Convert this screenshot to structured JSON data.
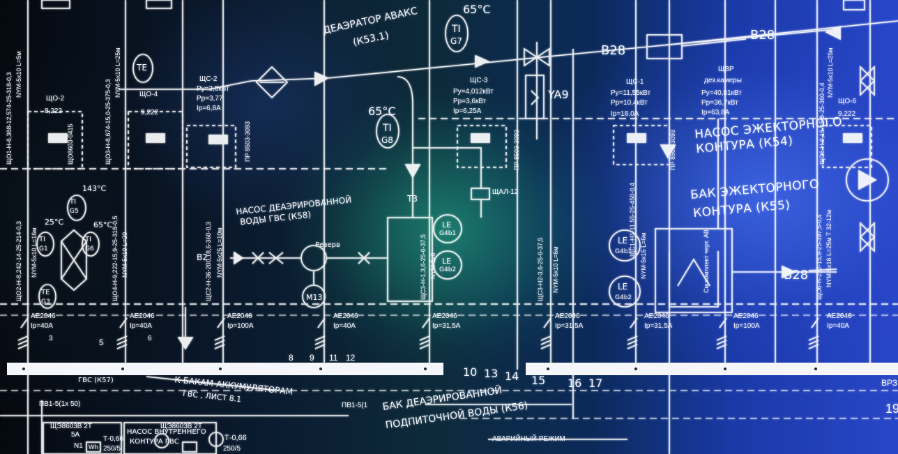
{
  "labels": {
    "deaerator_title": "ДЕАЭРАТОР АВАКС",
    "deaerator_code": "(К53.1)",
    "temp_top": "65°C",
    "ti_g7": "TI",
    "ti_g7b": "G7",
    "ti_g8": "TI",
    "ti_g8b": "G8",
    "temp_mid": "65°C",
    "temp_143": "143°C",
    "temp_25": "25°C",
    "temp_65b": "65°C",
    "b28_top": "B28",
    "b28_mid": "B28",
    "b28_right": "B28",
    "ya9": "YA9",
    "t3": "T3",
    "b2": "B2",
    "m13": "M13",
    "shchs2": "ЩС-2",
    "shchs2_py": "Py=3,8кВт",
    "shchs2_pp": "Pp=3,77",
    "shchs2_ip": "Ip=6,8А",
    "shchs3": "ЩС-3",
    "shchs3_py": "Py=4,012кВт",
    "shchs3_pp": "Pp=3,6кВт",
    "shchs3_ip": "Ip=6,25А",
    "shchs1": "ЩС-1",
    "shchs1_py": "Py=11,55кВт",
    "shchs1_pp": "Pp=10,4кВт",
    "shchs1_ip": "Ip=18,0А",
    "shchvr": "ЩВР",
    "shchvr_sub": "дез.камеры",
    "shchvr_py": "Py=40,81кВт",
    "shchvr_pp": "Pp=36,7кВт",
    "shchvr_ip": "Ip=63,8А",
    "shchop2": "ЩО-2",
    "shchop2_val": "8,222",
    "shcho4": "ЩО-4",
    "shcho4_val": "9,222",
    "shcho6": "ЩО-6",
    "shcho6_val": "9,222",
    "te": "TE",
    "shchal12": "ЩАЛ-12",
    "pump_deaer_1": "НАСОС ДЕАЭРИРОВАННОЙ",
    "pump_deaer_2": "ВОДЫ ГВС (К58)",
    "pump_eject_1": "НАСОС ЭЖЕКТОРНОГО",
    "pump_eject_2": "КОНТУРА (К54)",
    "tank_eject_1": "БАК ЭЖЕКТОРНОГО",
    "tank_eject_2": "КОНТУРА  (К55)",
    "tank_deaer_1": "БАК ДЕАЭРИРОВАННОЙ",
    "tank_deaer_2": "ПОДПИТОЧНОЙ ВОДЫ (К56)",
    "emergency": "АВАРИЙНЫЙ РЕЖИМ",
    "accum": "К БАКАМ-АККУМУЛЯТОРАМ",
    "accum_sub": "ГВС , ЛИСТ 8.1",
    "gvs": "ГВС (К57)",
    "pv1": "ПВ1-5(1х 50)",
    "pv1b": "ПВ1-5(1",
    "shch_bottom1": "ЩЭ8603В 2Т",
    "shch_bottom1b": "5А",
    "shch_bottom2": "ЩЭ8603В 2Т",
    "pump_bottom": "НАСОС ВНУТРЕННЕГО",
    "pump_bottom2": "КОНТУРА ГВС",
    "n1": "N1",
    "wh1": "Wh",
    "t066a": "Т-0,66",
    "t066b": "Т-0,66",
    "val250": "250/5",
    "val250b": "250/5",
    "vrz": "ВРЗ",
    "nineteen": "19",
    "pr_8503_1": "ПР 8503-3093",
    "pr_8503_2": "ПР 8503-3093",
    "pr_8503_3": "ПР 8503-3093",
    "rezerv": "Резерв",
    "le1": "LE",
    "le1b": "G4b1",
    "le2": "LE",
    "le2b": "G4b2",
    "le3": "LE",
    "le3b": "G4b1",
    "le4": "LE",
    "le4b": "G4b2",
    "ti_g5": "TI",
    "ti_g5b": "G5",
    "ti_g1": "TI",
    "ti_g1b": "G1",
    "ti_g6": "TI",
    "ti_g6b": "G6",
    "te_g3": "TE",
    "te_g3b": "G3"
  },
  "vertical_cables": {
    "c1": "ЩО1-Н-6,368-12,574-25-318-0,3",
    "c2": "NYM-5х10  L=5м",
    "c3": "ЩО3-Н-8,674-15,0-25-375-0,3",
    "c4": "NYM-5х10  L=25м",
    "c5": "ЩО8603-0415",
    "c6": "ЩО2-Н-8,242-14-25-214-0,3",
    "c7": "NYM-5х10  L=16м",
    "c8": "ЩО4-Н-9,222-15,9-25-318-0,5",
    "c9": "NYM-5х10  L=20",
    "c10": "ЩС2-Н-36-200,18,6-360-0,3",
    "c11": "NYM-5х25  L=10м",
    "c12": "ЩС3-Н-1,3,6-25-6-37,5",
    "c13": "NYM-5х6",
    "c14": "ЩС3-Н2-3,6-25-6-37,5",
    "c15": "NYM-5х10  L=6м",
    "c16": "ЩС1-Н1-11,55-25-450-0,4",
    "c17": "NYM-5х16  L=6м",
    "c18": "См.комплект черт. АВ",
    "c19": "ЩО6-Н-9,16-15,8-25-360-0,4",
    "c20": "NYM-5х10  L=25м",
    "c21": "ЩО6-Н-222-15,9-25-397,5-0,4",
    "c22": "NYM-5х16  L=25м  Т 32-12м"
  },
  "breakers": [
    {
      "name": "AE2046",
      "current": "Ip=40А",
      "num": "3"
    },
    {
      "name": "AE2046",
      "current": "Ip=40А",
      "num": "6"
    },
    {
      "name": "AE2046",
      "current": "Ip=100А",
      "num": ""
    },
    {
      "name": "AE2046",
      "current": "Ip=40А",
      "num": ""
    },
    {
      "name": "AE2046",
      "current": "Ip=31,5А",
      "num": ""
    },
    {
      "name": "AE2046",
      "current": "Ip=31,5А",
      "num": ""
    },
    {
      "name": "AE2046",
      "current": "Ip=31,5А",
      "num": ""
    },
    {
      "name": "AE2046",
      "current": "Ip=100А",
      "num": ""
    },
    {
      "name": "AE2046",
      "current": "Ip=40А",
      "num": ""
    }
  ],
  "bus_numbers": [
    "5",
    "8",
    "9",
    "11",
    "12",
    "10",
    "13",
    "14",
    "15",
    "16",
    "17"
  ],
  "colors": {
    "line": "#ffffff",
    "glow_green": "#2cc59a",
    "glow_blue": "#3a5ee8",
    "background": "#0a1430"
  }
}
